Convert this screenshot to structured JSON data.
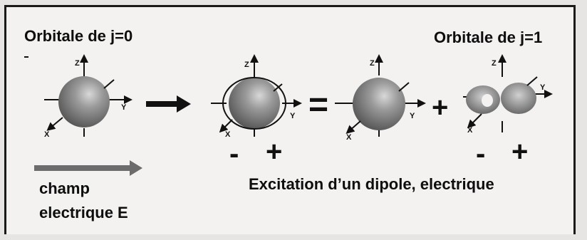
{
  "diagram": {
    "title_left": "Orbitale de j=0",
    "title_right": "Orbitale de j=1",
    "field_label_line1": "champ",
    "field_label_line2": "electrique E",
    "caption": "Excitation  d’un dipole,  electrique",
    "axis_labels": {
      "z": "Z",
      "y": "Y",
      "x": "X"
    },
    "signs": {
      "minus": "-",
      "plus": "+",
      "equals": "="
    }
  },
  "colors": {
    "sphere": "#7a7a7a",
    "arrow": "#3a3a3a",
    "frame": "#1a1a1a"
  }
}
